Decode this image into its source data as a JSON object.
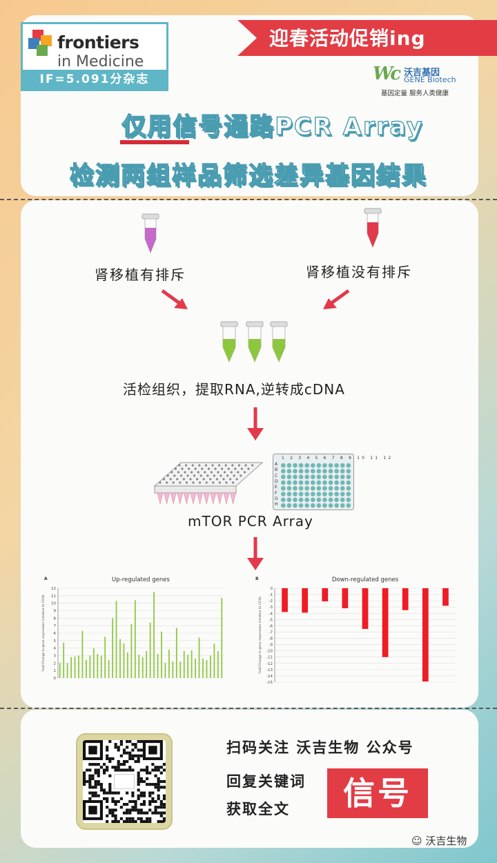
{
  "header": {
    "journal_name_line1": "frontiers",
    "journal_name_line2": "in Medicine",
    "impact_factor": "IF=5.091分杂志",
    "promo_banner": "迎春活动促销ing",
    "brand_mark": "Wc",
    "brand_name": "沃吉基因",
    "brand_en": "GENE Biotech",
    "brand_slogan": "基因定量 服务人类健康",
    "headline_line1": "仅用信号通路PCR Array",
    "headline_line2": "检测两组样品筛选差异基因结果",
    "colors": {
      "accent_red": "#e23c45",
      "teal": "#5fb6c6"
    }
  },
  "workflow": {
    "group1_label": "肾移植有排斥",
    "group2_label": "肾移植没有排斥",
    "step_extract": "活检组织，提取RNA,逆转成cDNA",
    "step_array": "mTOR PCR Array",
    "plate_columns": "1 2 3 4 5 6 7 8 9 10 11 12",
    "plate_rows": [
      "A",
      "B",
      "C",
      "D",
      "E",
      "F",
      "G",
      "H"
    ]
  },
  "chart_data": [
    {
      "type": "bar",
      "panel": "A",
      "title": "Up-regulated genes",
      "ylabel": "Fold Change in gene expression (relative to CON)",
      "ylim": [
        0,
        12
      ],
      "yticks": [
        0,
        1,
        2,
        3,
        4,
        5,
        6,
        7,
        8,
        9,
        10,
        11,
        12
      ],
      "color": "#8dc63f",
      "values": [
        2.0,
        4.7,
        2.0,
        2.8,
        2.9,
        3.0,
        6.3,
        2.4,
        3.0,
        4.0,
        3.2,
        3.0,
        5.5,
        2.4,
        8.0,
        10.3,
        5.2,
        4.6,
        3.4,
        7.2,
        10.4,
        3.1,
        2.8,
        3.6,
        7.4,
        11.5,
        3.2,
        6.2,
        2.0,
        3.8,
        2.2,
        6.7,
        2.2,
        3.6,
        3.1,
        3.7,
        2.6,
        5.4,
        2.6,
        2.4,
        3.0,
        4.6,
        3.6,
        10.7
      ]
    },
    {
      "type": "bar",
      "panel": "B",
      "title": "Down-regulated genes",
      "ylabel": "Fold Change in gene expression (relative to CON)",
      "ylim": [
        -15,
        0
      ],
      "yticks": [
        0,
        -1,
        -2,
        -3,
        -4,
        -5,
        -6,
        -7,
        -8,
        -9,
        -10,
        -11,
        -12,
        -13,
        -14,
        -15
      ],
      "color": "#ee1c25",
      "values": [
        -3.8,
        -3.9,
        -2.1,
        -3.2,
        -6.5,
        -11.0,
        -3.5,
        -14.9,
        -2.8
      ]
    }
  ],
  "footer": {
    "follow_line": "扫码关注 沃吉生物 公众号",
    "reply_line": "回复关键词",
    "get_line": "获取全文",
    "keyword": "信号",
    "watermark": "沃吉生物"
  }
}
